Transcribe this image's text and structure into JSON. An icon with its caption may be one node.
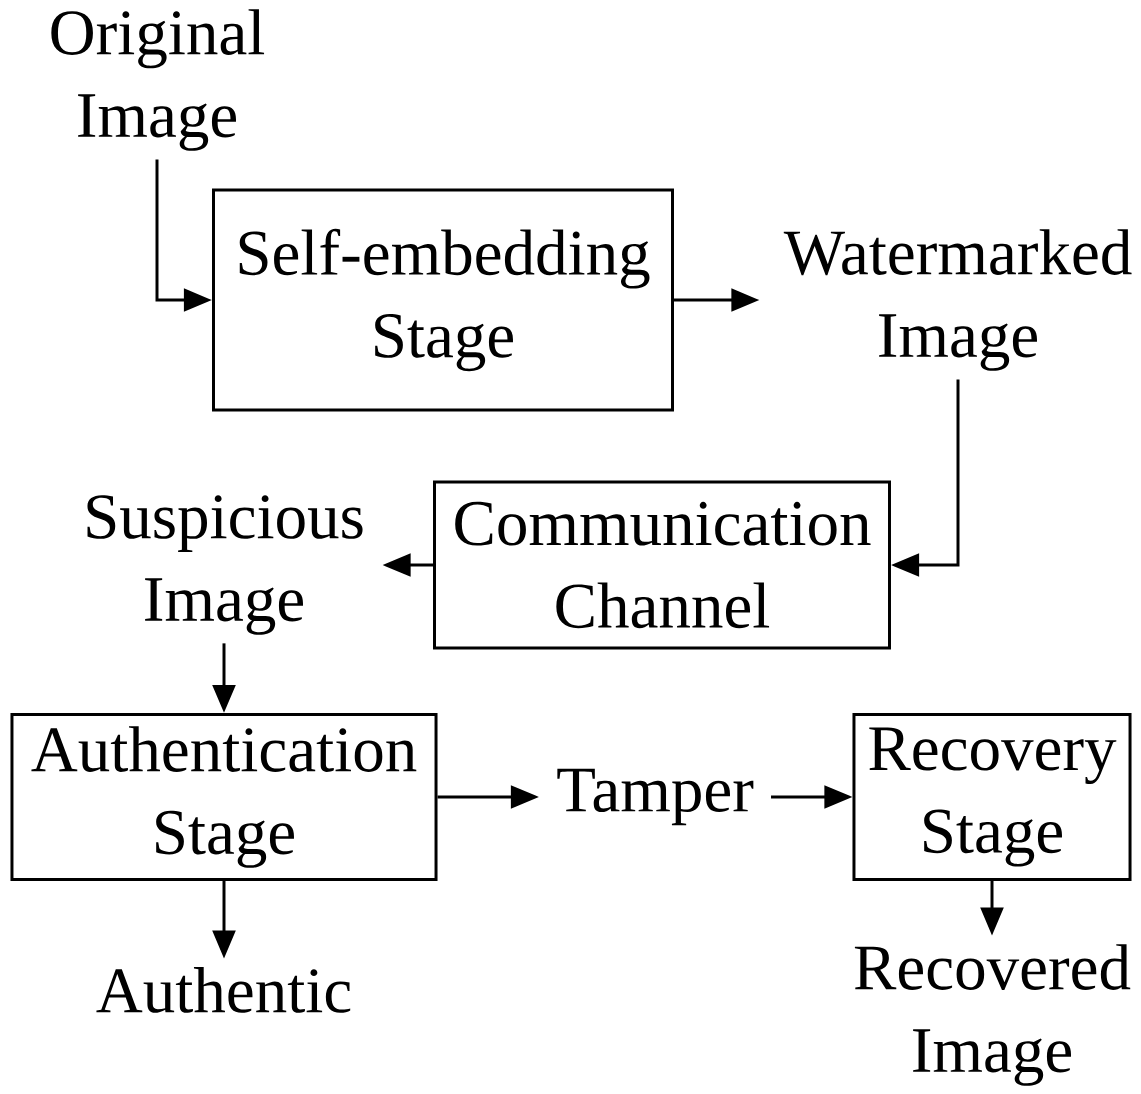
{
  "diagram": {
    "nodes": [
      {
        "text": [
          "Original Image"
        ]
      },
      {
        "text": [
          "Self-embedding Stage"
        ]
      },
      {
        "text": [
          "Watermarked Image"
        ]
      },
      {
        "text": [
          "Communication Channel"
        ]
      },
      {
        "text": [
          "Suspicious Image"
        ]
      },
      {
        "text": [
          "Authentication Stage"
        ]
      },
      {
        "text": [
          "Tamper"
        ]
      },
      {
        "text": [
          "Recovery Stage"
        ]
      },
      {
        "text": [
          "Authentic"
        ]
      },
      {
        "text": [
          "Recovered Image"
        ]
      }
    ],
    "edges": [
      {
        "from": 0,
        "to": 1,
        "arrow": "to"
      },
      {
        "from": 1,
        "to": 2,
        "arrow": "to"
      },
      {
        "from": 2,
        "to": 3,
        "arrow": "to"
      },
      {
        "from": 3,
        "to": 4,
        "arrow": "to"
      },
      {
        "from": 4,
        "to": 5,
        "arrow": "to"
      },
      {
        "from": 5,
        "to": 6,
        "arrow": "to"
      },
      {
        "from": 6,
        "to": 7,
        "arrow": "to"
      },
      {
        "from": 5,
        "to": 8,
        "arrow": "to"
      },
      {
        "from": 7,
        "to": 9,
        "arrow": "to"
      }
    ]
  }
}
